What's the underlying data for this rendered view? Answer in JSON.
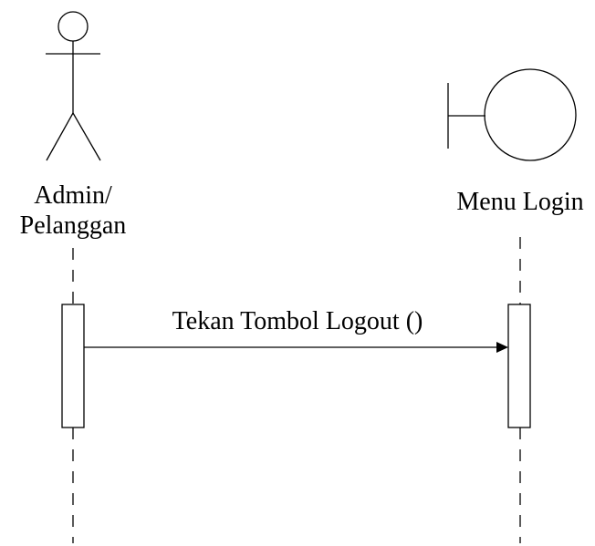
{
  "actor": {
    "label_line1": "Admin/",
    "label_line2": "Pelanggan"
  },
  "boundary": {
    "label": "Menu Login"
  },
  "message": {
    "label": "Tekan Tombol Logout ()"
  },
  "colors": {
    "line": "#000000",
    "background": "#ffffff"
  }
}
